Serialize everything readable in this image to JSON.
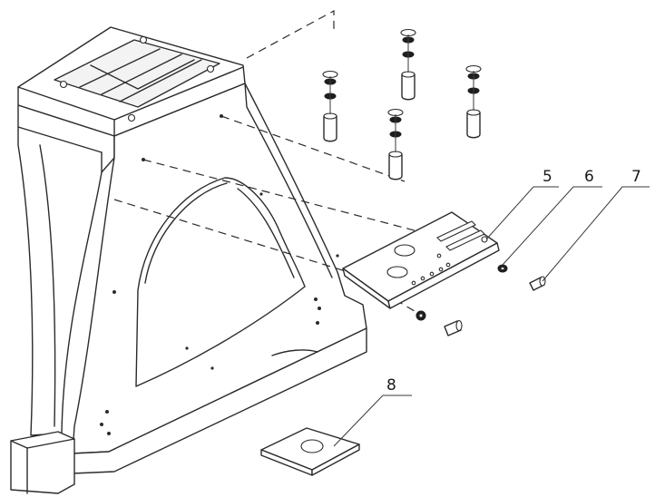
{
  "callouts": [
    {
      "id": "5",
      "label": "5"
    },
    {
      "id": "6",
      "label": "6"
    },
    {
      "id": "7",
      "label": "7"
    },
    {
      "id": "8",
      "label": "8"
    }
  ],
  "colors": {
    "line": "#2b2b2b",
    "background": "#ffffff"
  }
}
